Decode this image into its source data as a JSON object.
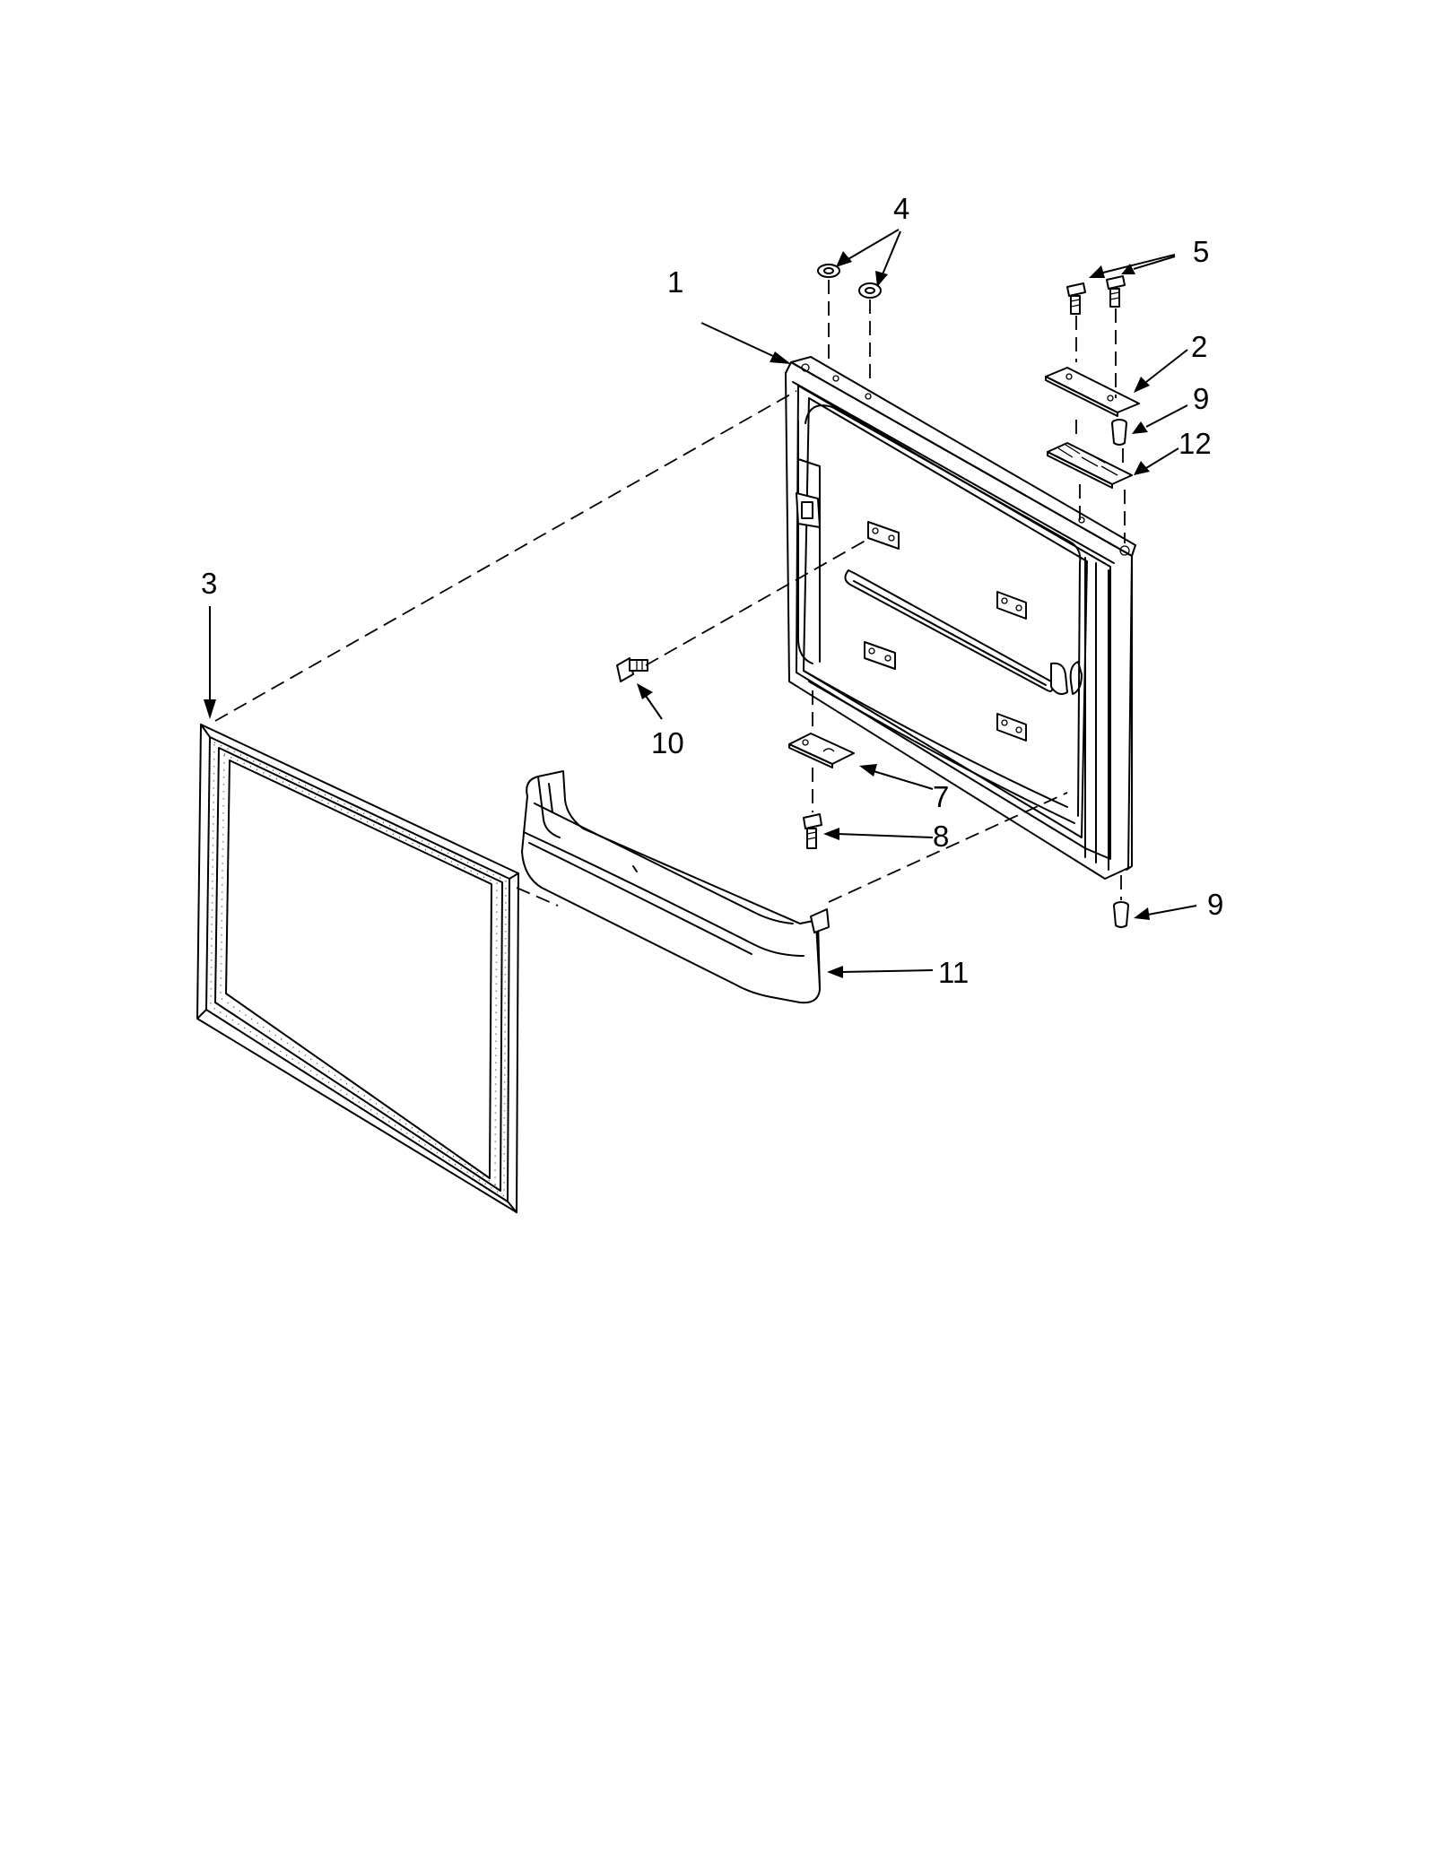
{
  "callouts": [
    {
      "id": "c1",
      "label": "1"
    },
    {
      "id": "c2",
      "label": "2"
    },
    {
      "id": "c3",
      "label": "3"
    },
    {
      "id": "c4",
      "label": "4"
    },
    {
      "id": "c5",
      "label": "5"
    },
    {
      "id": "c7",
      "label": "7"
    },
    {
      "id": "c8",
      "label": "8"
    },
    {
      "id": "c9a",
      "label": "9"
    },
    {
      "id": "c9b",
      "label": "9"
    },
    {
      "id": "c10",
      "label": "10"
    },
    {
      "id": "c11",
      "label": "11"
    },
    {
      "id": "c12",
      "label": "12"
    }
  ]
}
